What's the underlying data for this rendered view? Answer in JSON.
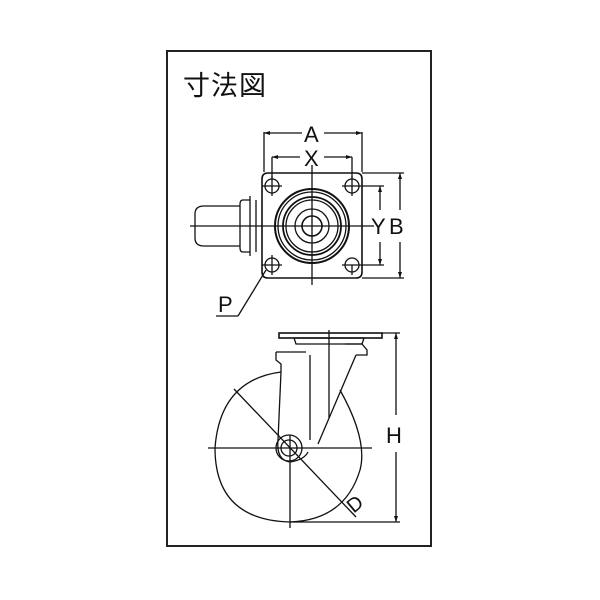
{
  "title": "寸法図",
  "labels": {
    "A": "A",
    "X": "X",
    "Y": "Y",
    "B": "B",
    "P": "P",
    "H": "H",
    "D": "D"
  },
  "views": {
    "top_view": "swivel caster top plate view with dimensions A, X, Y, B and bolt hole P",
    "side_view": "swivel caster side view with height H and wheel diameter D"
  },
  "colors": {
    "line": "#111111",
    "background": "#ffffff"
  }
}
